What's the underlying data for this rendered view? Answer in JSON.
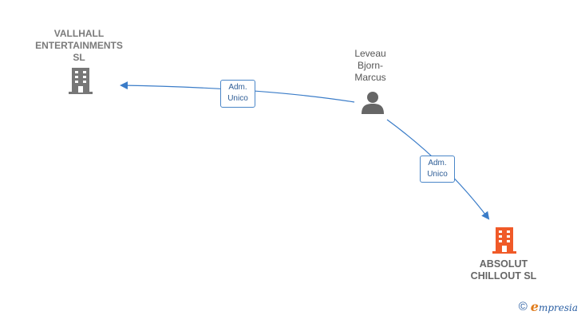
{
  "nodes": {
    "company_top": {
      "name_lines": "VALLHALL\nENTERTAINMENTS\nSL",
      "icon": "building-icon",
      "color": "#777777"
    },
    "person": {
      "name_lines": "Leveau\nBjorn-\nMarcus",
      "icon": "person-icon",
      "color": "#666666"
    },
    "company_target": {
      "name_lines": "ABSOLUT\nCHILLOUT  SL",
      "icon": "building-icon",
      "color": "#f05a28"
    }
  },
  "edges": [
    {
      "from": "person",
      "to": "company_top",
      "role_line1": "Adm.",
      "role_line2": "Unico"
    },
    {
      "from": "person",
      "to": "company_target",
      "role_line1": "Adm.",
      "role_line2": "Unico"
    }
  ],
  "colors": {
    "edge": "#3a7cc8",
    "edge_label_border": "#4a86c8"
  },
  "brand": {
    "copyright_symbol": "©",
    "logo_initial": "e",
    "logo_rest": "mpresia"
  }
}
